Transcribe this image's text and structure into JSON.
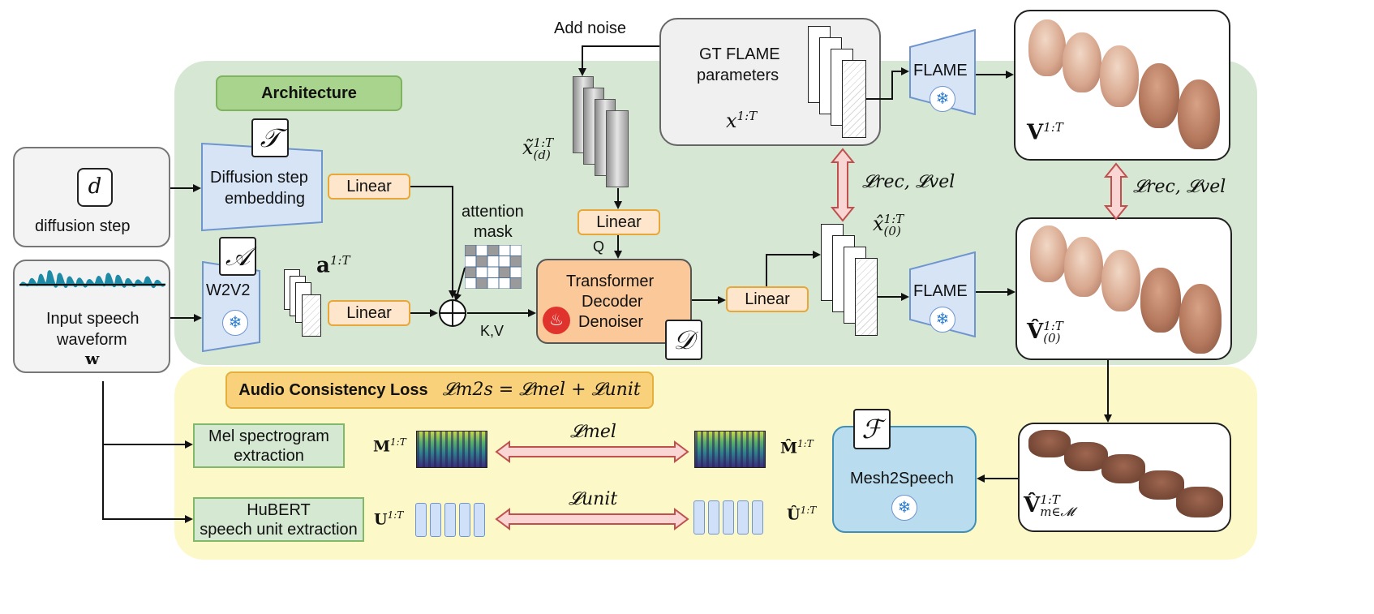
{
  "sections": {
    "architecture_title": "Architecture",
    "audio_loss_title": "Audio Consistency Loss",
    "audio_loss_formula": "𝓛m2s = 𝓛mel + 𝓛unit"
  },
  "inputs": {
    "diffusion_symbol": "d",
    "diffusion_label": "diffusion step",
    "speech_label_line1": "Input speech",
    "speech_label_line2": "waveform",
    "speech_symbol": "w"
  },
  "modules": {
    "diffusion_embedding_line1": "Diffusion step",
    "diffusion_embedding_line2": "embedding",
    "t_symbol": "𝒯",
    "a_symbol": "𝒜",
    "w2v2": "W2V2",
    "linear": "Linear",
    "attention_mask_line1": "attention",
    "attention_mask_line2": "mask",
    "transformer_line1": "Transformer",
    "transformer_line2": "Decoder",
    "transformer_line3": "Denoiser",
    "d_symbol": "𝒟",
    "gt_flame_line1": "GT FLAME",
    "gt_flame_line2": "parameters",
    "flame": "FLAME",
    "add_noise": "Add noise",
    "q_label": "Q",
    "kv_label": "K,V",
    "f_symbol": "ℱ",
    "mesh2speech": "Mesh2Speech",
    "mel_extract_line1": "Mel spectrogram",
    "mel_extract_line2": "extraction",
    "hubert_line1": "HuBERT",
    "hubert_line2": "speech unit extraction"
  },
  "math_labels": {
    "a_seq": "a",
    "a_sup": "1:T",
    "x_gt": "x",
    "x_gt_sup": "1:T",
    "x_noisy": "x̃",
    "x_noisy_sup": "1:T",
    "x_noisy_sub": "(d)",
    "x_pred": "x̂",
    "x_pred_sup": "1:T",
    "x_pred_sub": "(0)",
    "v_gt": "V",
    "v_gt_sup": "1:T",
    "v_pred": "V̂",
    "v_pred_sup": "1:T",
    "v_pred_sub": "(0)",
    "v_mouth": "V̂",
    "v_mouth_sup": "1:T",
    "v_mouth_sub": "m∈𝓜",
    "loss_rec_vel": "𝓛rec, 𝓛vel",
    "loss_mel": "𝓛mel",
    "loss_unit": "𝓛unit",
    "m_gt": "M",
    "m_sup": "1:T",
    "m_pred": "M̂",
    "u_gt": "U",
    "u_sup": "1:T",
    "u_pred": "Û"
  },
  "icons": [
    "snowflake-icon",
    "flame-icon",
    "waveform-icon",
    "spectrogram-icon",
    "face-mesh-icon"
  ],
  "colors": {
    "architecture_bg": "#d6e8d4",
    "audio_bg": "#fdf8c8",
    "linear_fill": "#fde6cc",
    "transformer_fill": "#fac899",
    "flame_fill": "#d6e4f6",
    "mesh2speech_fill": "#b9dcee",
    "arrow_red": "#c0504d"
  }
}
